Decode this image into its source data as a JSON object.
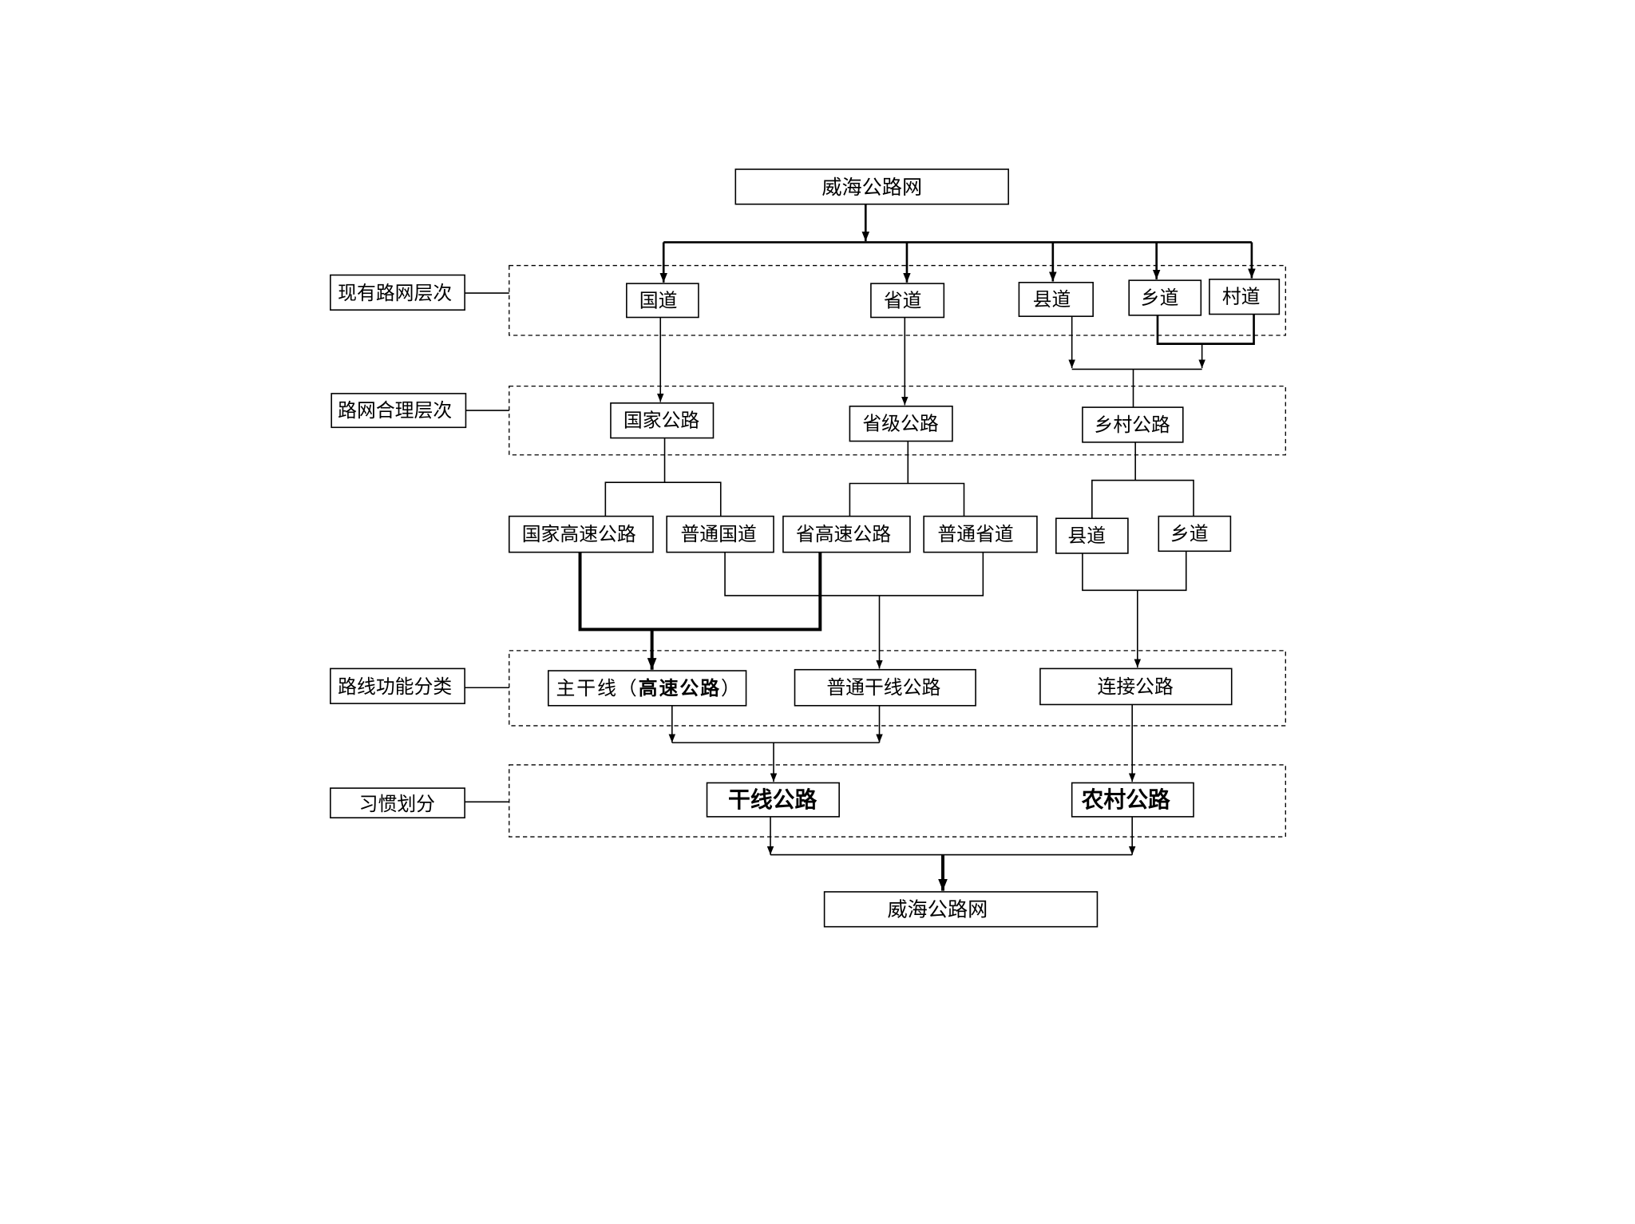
{
  "top_node": "威海公路网",
  "bottom_node": "威海公路网",
  "level_labels": {
    "existing": "现有路网层次",
    "rational": "路网合理层次",
    "functional": "路线功能分类",
    "customary": "习惯划分"
  },
  "existing_roads": {
    "guodao": "国道",
    "shengdao": "省道",
    "xiandao": "县道",
    "xiangdao": "乡道",
    "cundao": "村道"
  },
  "rational_roads": {
    "national": "国家公路",
    "provincial": "省级公路",
    "rural": "乡村公路"
  },
  "subdivisions": {
    "national_expressway": "国家高速公路",
    "ordinary_national": "普通国道",
    "provincial_expressway": "省高速公路",
    "ordinary_provincial": "普通省道",
    "county": "县道",
    "township": "乡道"
  },
  "functional_roads": {
    "main_trunk": {
      "prefix": "主干线（",
      "emphasis": "高速公路",
      "suffix": "）"
    },
    "ordinary_trunk": "普通干线公路",
    "connecting": "连接公路"
  },
  "customary_roads": {
    "trunk": "干线公路",
    "rural": "农村公路"
  }
}
